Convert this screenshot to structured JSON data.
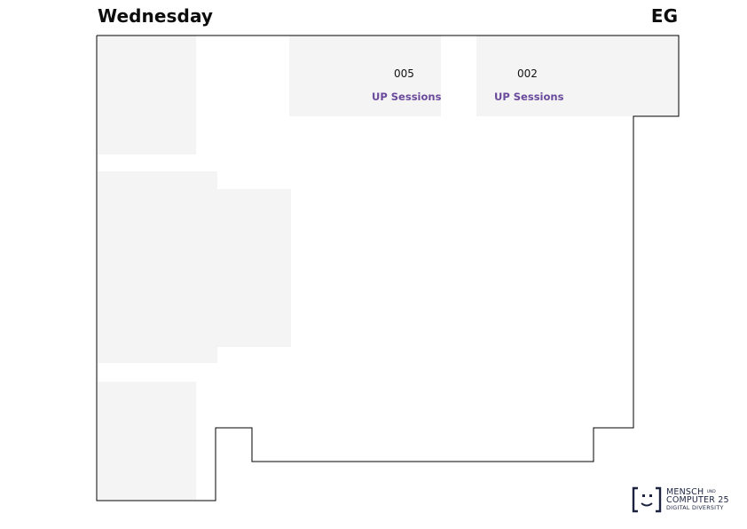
{
  "header": {
    "day": "Wednesday",
    "floor": "EG"
  },
  "rooms": [
    {
      "number": "005",
      "session": "UP Sessions"
    },
    {
      "number": "002",
      "session": "UP Sessions"
    }
  ],
  "colors": {
    "room_fill": "#f4f4f4",
    "outline": "#000000",
    "session_text": "#6a4a9c"
  },
  "logo": {
    "line1": "MENSCH",
    "line1_small": "UND",
    "line2": "COMPUTER 25",
    "line3": "DIGITAL DIVERSITY"
  }
}
